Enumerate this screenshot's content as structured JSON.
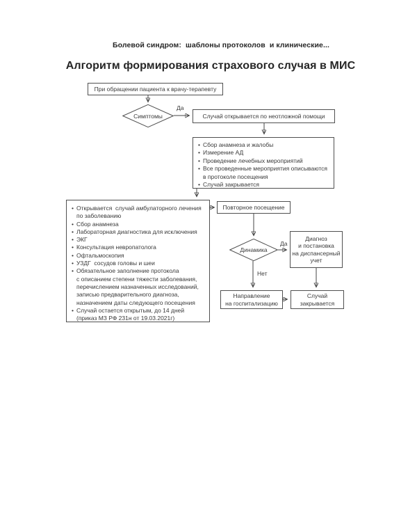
{
  "header": {
    "breadcrumb": "Болевой синдром:  шаблоны протоколов  и клинические...",
    "title": "Алгоритм формирования страхового случая в МИС"
  },
  "flowchart": {
    "start": {
      "label": "При обращении пациента к врачу-терапевту"
    },
    "symptoms": {
      "label": "Симптомы"
    },
    "edge_yes_1": {
      "label": "Да"
    },
    "emergency_case": {
      "label": "Случай открывается по неотложной помощи"
    },
    "emergency_steps": {
      "items": [
        "Сбор анамнеза и жалобы",
        "Измерение АД",
        "Проведение лечебных мероприятий",
        "Все проведенные мероприятия описываются\nв протоколе посещения",
        "Случай закрывается"
      ]
    },
    "outpatient_steps": {
      "items": [
        "Открывается  случай амбулаторного лечения\nпо заболеванию",
        "Сбор анамнеза",
        "Лабораторная диагностика для исключения",
        "ЭКГ",
        "Консультация невропатолога",
        "Офтальмоскопия",
        "УЗДГ  сосудов головы и шеи",
        "Обязательное заполнение протокола\nс описанием степени тяжести заболевания,\nперечислением назначенных исследований,\nзаписью предварительного диагноза,\nназначением даты следующего посещения",
        "Случай остается открытым, до 14 дней\n(приказ МЗ РФ 231н от 19.03.2021г)"
      ]
    },
    "repeat_visit": {
      "label": "Повторное посещение"
    },
    "dynamics": {
      "label": "Динамика"
    },
    "edge_yes_2": {
      "label": "Да"
    },
    "edge_no": {
      "label": "Нет"
    },
    "dispensary": {
      "label": "Диагноз\nи постановка\nна диспансерный\nучет"
    },
    "hospitalization": {
      "label": "Направление\nна госпитализацию"
    },
    "case_closed": {
      "label": "Случай\nзакрывается"
    }
  },
  "colors": {
    "border": "#4f4f4f",
    "text": "#3a3a3a",
    "title": "#262626",
    "line": "#444444"
  }
}
